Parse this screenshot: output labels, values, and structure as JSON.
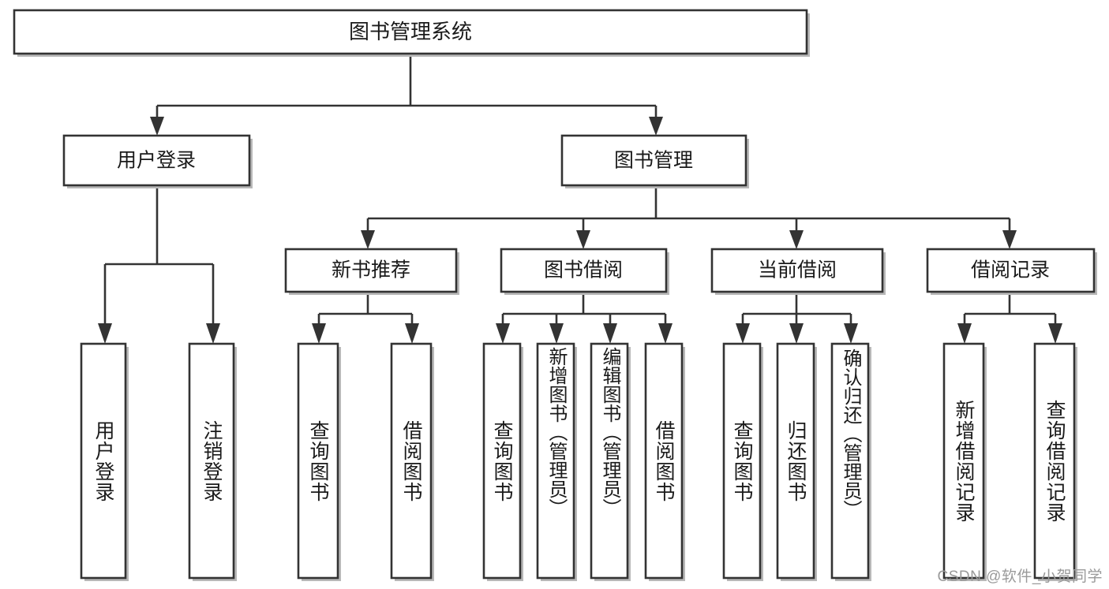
{
  "diagram": {
    "title": "图书管理系统",
    "type": "tree-hierarchy-diagram",
    "colors": {
      "box_stroke": "#333333",
      "box_fill": "#ffffff",
      "edge": "#333333",
      "text": "#1a1a1a",
      "watermark": "#9a9a9a",
      "background": "#ffffff"
    },
    "root": {
      "label": "图书管理系统"
    },
    "level2": [
      {
        "label": "用户登录"
      },
      {
        "label": "图书管理"
      }
    ],
    "level3": [
      {
        "label": "新书推荐"
      },
      {
        "label": "图书借阅"
      },
      {
        "label": "当前借阅"
      },
      {
        "label": "借阅记录"
      }
    ],
    "leaves": {
      "user_login": [
        {
          "label": "用户登录"
        },
        {
          "label": "注销登录"
        }
      ],
      "new_book_recommend": [
        {
          "label": "查询图书"
        },
        {
          "label": "借阅图书"
        }
      ],
      "book_borrow": [
        {
          "label": "查询图书"
        },
        {
          "label": "新增图书（管理员）"
        },
        {
          "label": "编辑图书（管理员）"
        },
        {
          "label": "借阅图书"
        }
      ],
      "current_borrow": [
        {
          "label": "查询图书"
        },
        {
          "label": "归还图书"
        },
        {
          "label": "确认归还（管理员）"
        }
      ],
      "borrow_record": [
        {
          "label": "新增借阅记录"
        },
        {
          "label": "查询借阅记录"
        }
      ]
    }
  },
  "watermark": {
    "text": "CSDN @软件_小贺同学"
  }
}
